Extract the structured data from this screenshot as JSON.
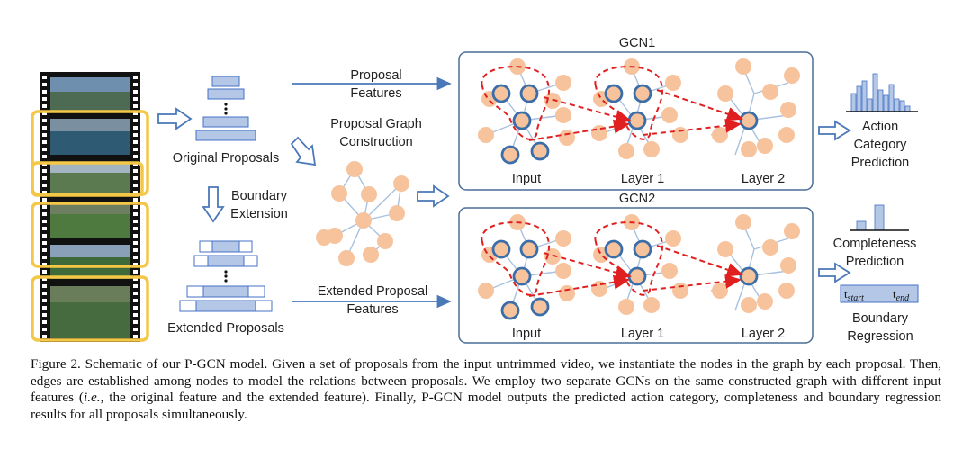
{
  "labels": {
    "proposal_features_l1": "Proposal",
    "proposal_features_l2": "Features",
    "gcn1": "GCN1",
    "gcn2": "GCN2",
    "original_proposals": "Original Proposals",
    "proposal_graph_l1": "Proposal Graph",
    "proposal_graph_l2": "Construction",
    "boundary_extension_l1": "Boundary",
    "boundary_extension_l2": "Extension",
    "extended_proposals": "Extended Proposals",
    "extended_features_l1": "Extended Proposal",
    "extended_features_l2": "Features",
    "input": "Input",
    "layer1": "Layer 1",
    "layer2": "Layer 2",
    "action_l1": "Action",
    "action_l2": "Category",
    "action_l3": "Prediction",
    "completeness_l1": "Completeness",
    "completeness_l2": "Prediction",
    "t_start": "t",
    "t_start_sub": "start",
    "t_end": "t",
    "t_end_sub": "end",
    "boundary_l1": "Boundary",
    "boundary_l2": "Regression"
  },
  "caption": {
    "line1": "Figure 2. Schematic of our P-GCN model. Given a set of proposals from the input untrimmed video, we instantiate the nodes in the graph",
    "line2": "by each proposal. Then, edges are established among nodes to model the relations between proposals. We employ two separate GCNs on",
    "line3a": "the same constructed graph with different input features (",
    "line3ie": "i.e.",
    "line3b": ", the original feature and the extended feature). Finally, P-GCN model outputs",
    "line4": "the predicted action category, completeness and boundary regression results for all proposals simultaneously."
  },
  "colors": {
    "node_fill": "#f7c39c",
    "node_outline": "#3b6ea8",
    "bar_fill": "#b4c7e7",
    "bar_stroke": "#4472c4",
    "arrow_blue": "#4a78b8",
    "red_dash": "#e02020",
    "frame_gold": "#f5c746",
    "edge_color": "#a9c1dd"
  }
}
